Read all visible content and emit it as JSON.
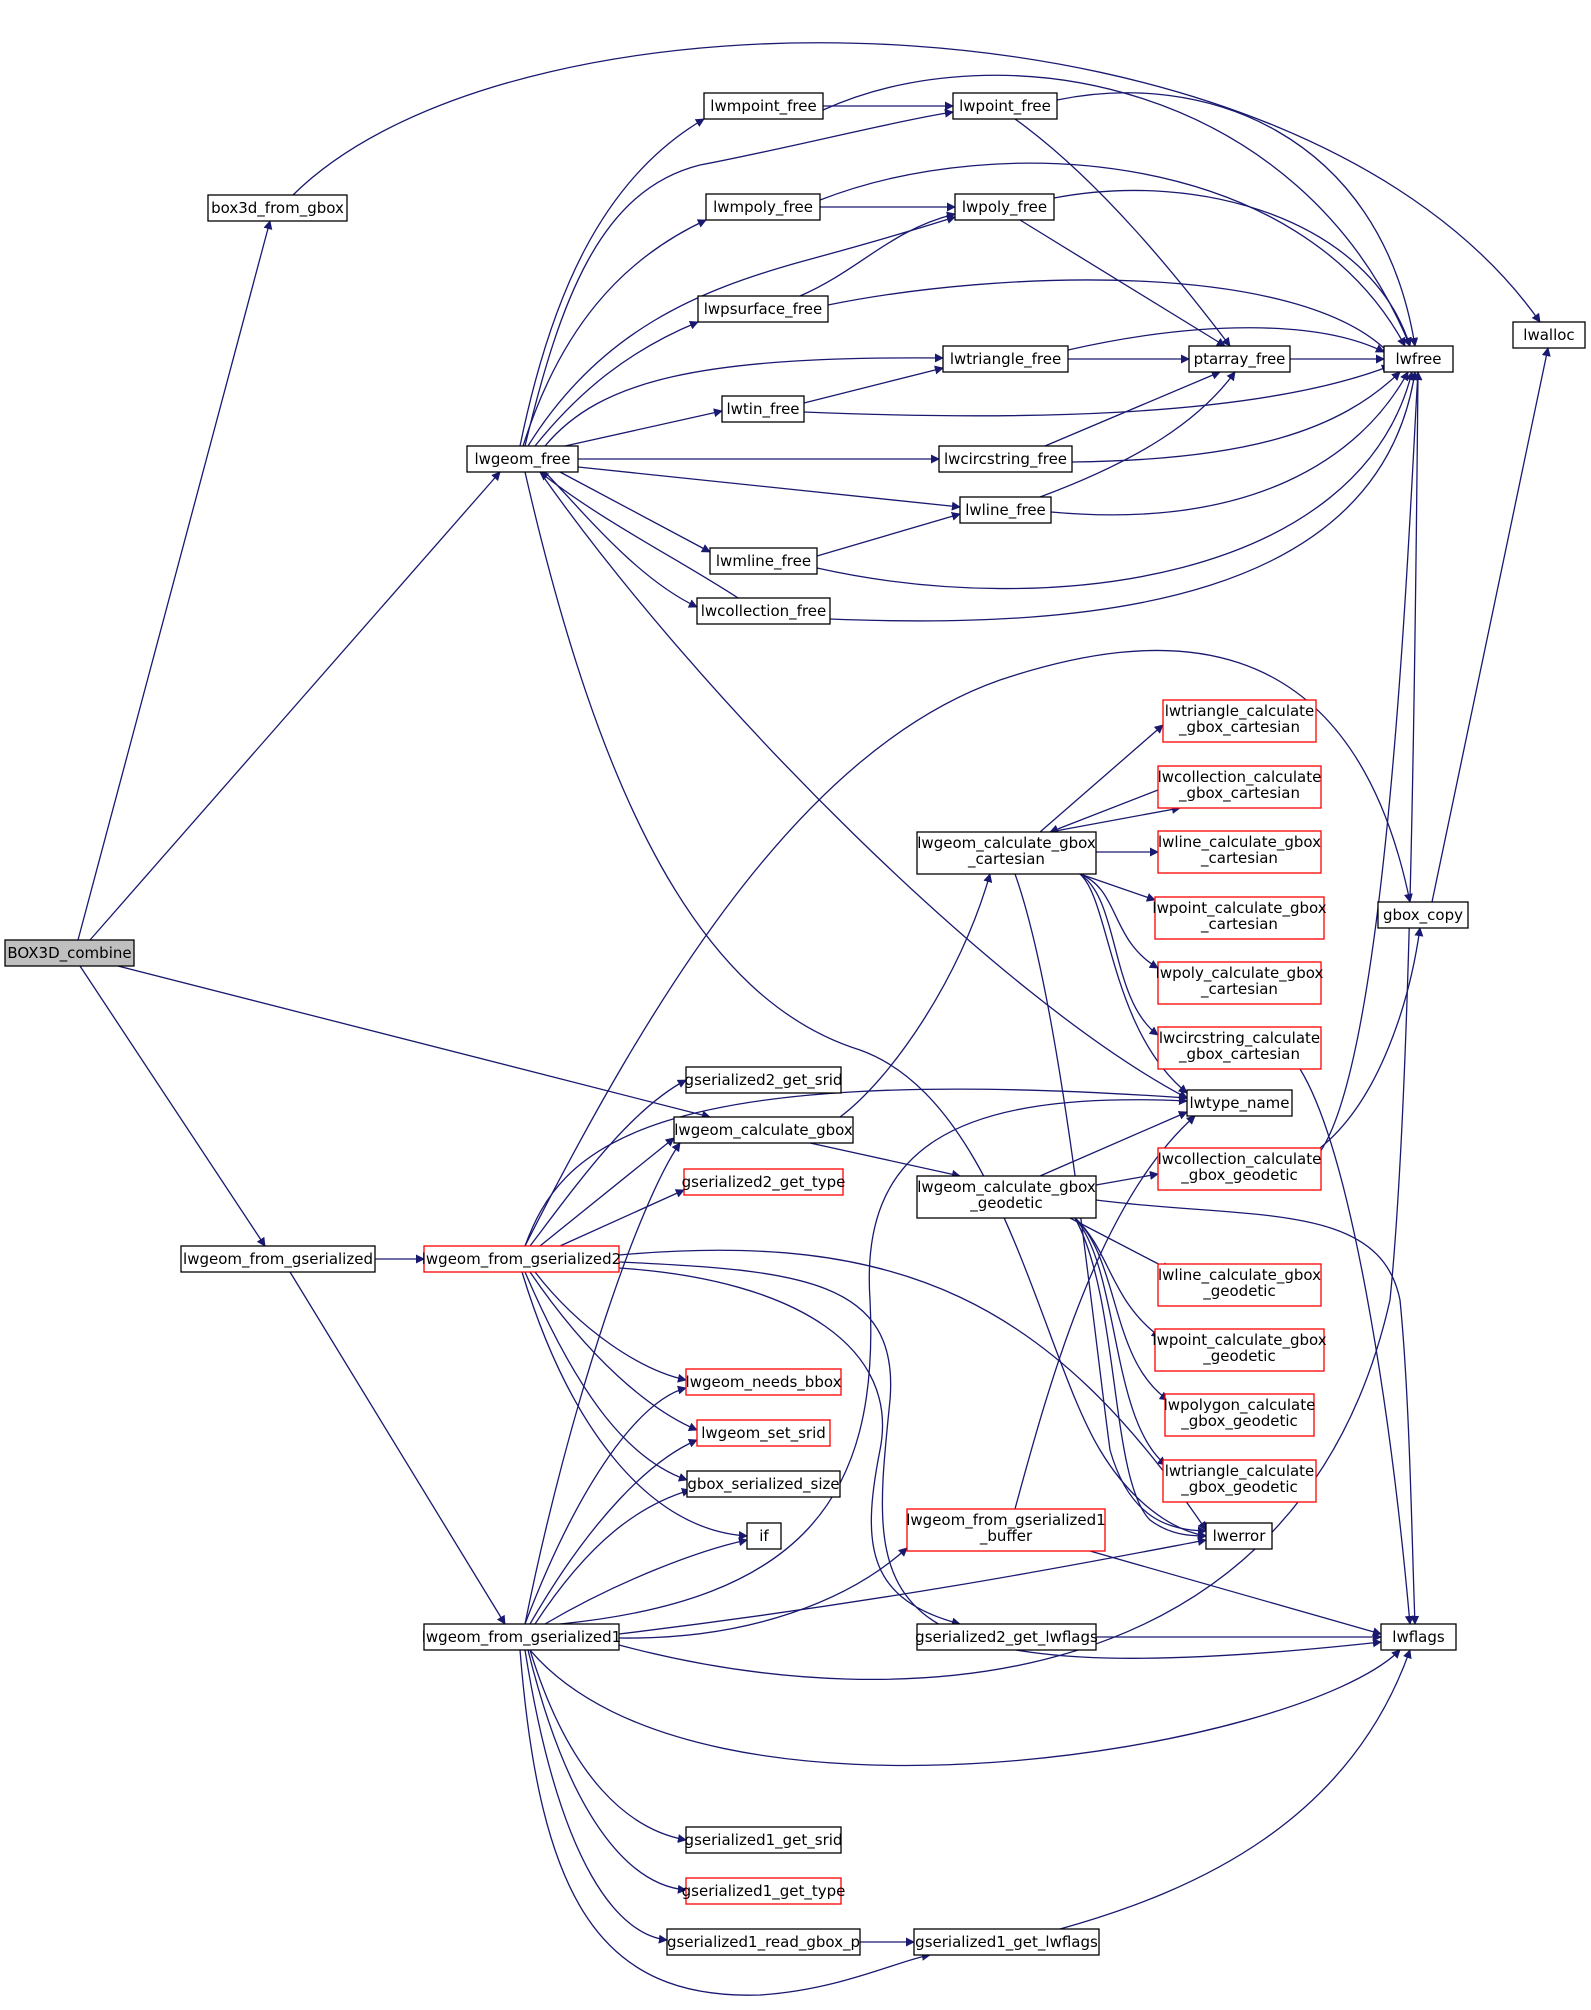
{
  "colors": {
    "edge": "#191970",
    "border": "#000000",
    "border_incomplete": "#ff0000",
    "root_fill": "#bfbfbf",
    "fill": "#ffffff"
  },
  "nodes": [
    {
      "id": "box3d_combine",
      "label": [
        "BOX3D_combine"
      ],
      "style": "root"
    },
    {
      "id": "box3d_from_gbox",
      "label": [
        "box3d_from_gbox"
      ],
      "style": "normal"
    },
    {
      "id": "lwgeom_free",
      "label": [
        "lwgeom_free"
      ],
      "style": "normal"
    },
    {
      "id": "lwgeom_from_gserialized",
      "label": [
        "lwgeom_from_gserialized"
      ],
      "style": "normal"
    },
    {
      "id": "lwgeom_calculate_gbox",
      "label": [
        "lwgeom_calculate_gbox"
      ],
      "style": "normal"
    },
    {
      "id": "lwalloc",
      "label": [
        "lwalloc"
      ],
      "style": "normal"
    },
    {
      "id": "gbox_copy",
      "label": [
        "gbox_copy"
      ],
      "style": "normal"
    },
    {
      "id": "lwfree",
      "label": [
        "lwfree"
      ],
      "style": "normal"
    },
    {
      "id": "lwmpoint_free",
      "label": [
        "lwmpoint_free"
      ],
      "style": "normal"
    },
    {
      "id": "lwpoint_free",
      "label": [
        "lwpoint_free"
      ],
      "style": "normal"
    },
    {
      "id": "lwmpoly_free",
      "label": [
        "lwmpoly_free"
      ],
      "style": "normal"
    },
    {
      "id": "lwpoly_free",
      "label": [
        "lwpoly_free"
      ],
      "style": "normal"
    },
    {
      "id": "lwpsurface_free",
      "label": [
        "lwpsurface_free"
      ],
      "style": "normal"
    },
    {
      "id": "lwtriangle_free",
      "label": [
        "lwtriangle_free"
      ],
      "style": "normal"
    },
    {
      "id": "ptarray_free",
      "label": [
        "ptarray_free"
      ],
      "style": "normal"
    },
    {
      "id": "lwtin_free",
      "label": [
        "lwtin_free"
      ],
      "style": "normal"
    },
    {
      "id": "lwcircstring_free",
      "label": [
        "lwcircstring_free"
      ],
      "style": "normal"
    },
    {
      "id": "lwline_free",
      "label": [
        "lwline_free"
      ],
      "style": "normal"
    },
    {
      "id": "lwmline_free",
      "label": [
        "lwmline_free"
      ],
      "style": "normal"
    },
    {
      "id": "lwcollection_free",
      "label": [
        "lwcollection_free"
      ],
      "style": "normal"
    },
    {
      "id": "lwtype_name",
      "label": [
        "lwtype_name"
      ],
      "style": "normal"
    },
    {
      "id": "lwerror",
      "label": [
        "lwerror"
      ],
      "style": "normal"
    },
    {
      "id": "lwflags",
      "label": [
        "lwflags"
      ],
      "style": "normal"
    },
    {
      "id": "lwgeom_calculate_gbox_cartesian",
      "label": [
        "lwgeom_calculate_gbox",
        "_cartesian"
      ],
      "style": "normal"
    },
    {
      "id": "lwtriangle_calculate_gbox_cartesian",
      "label": [
        "lwtriangle_calculate",
        "_gbox_cartesian"
      ],
      "style": "red"
    },
    {
      "id": "lwcollection_calculate_gbox_cartesian",
      "label": [
        "lwcollection_calculate",
        "_gbox_cartesian"
      ],
      "style": "red"
    },
    {
      "id": "lwline_calculate_gbox_cartesian",
      "label": [
        "lwline_calculate_gbox",
        "_cartesian"
      ],
      "style": "red"
    },
    {
      "id": "lwpoint_calculate_gbox_cartesian",
      "label": [
        "lwpoint_calculate_gbox",
        "_cartesian"
      ],
      "style": "red"
    },
    {
      "id": "lwpoly_calculate_gbox_cartesian",
      "label": [
        "lwpoly_calculate_gbox",
        "_cartesian"
      ],
      "style": "red"
    },
    {
      "id": "lwcircstring_calculate_gbox_cartesian",
      "label": [
        "lwcircstring_calculate",
        "_gbox_cartesian"
      ],
      "style": "red"
    },
    {
      "id": "gserialized2_get_srid",
      "label": [
        "gserialized2_get_srid"
      ],
      "style": "normal"
    },
    {
      "id": "gserialized2_get_type",
      "label": [
        "gserialized2_get_type"
      ],
      "style": "red"
    },
    {
      "id": "lwgeom_calculate_gbox_geodetic",
      "label": [
        "lwgeom_calculate_gbox",
        "_geodetic"
      ],
      "style": "normal"
    },
    {
      "id": "lwcollection_calculate_gbox_geodetic",
      "label": [
        "lwcollection_calculate",
        "_gbox_geodetic"
      ],
      "style": "red"
    },
    {
      "id": "lwgeom_from_gserialized2",
      "label": [
        "lwgeom_from_gserialized2"
      ],
      "style": "red"
    },
    {
      "id": "lwline_calculate_gbox_geodetic",
      "label": [
        "lwline_calculate_gbox",
        "_geodetic"
      ],
      "style": "red"
    },
    {
      "id": "lwpoint_calculate_gbox_geodetic",
      "label": [
        "lwpoint_calculate_gbox",
        "_geodetic"
      ],
      "style": "red"
    },
    {
      "id": "lwpolygon_calculate_gbox_geodetic",
      "label": [
        "lwpolygon_calculate",
        "_gbox_geodetic"
      ],
      "style": "red"
    },
    {
      "id": "lwtriangle_calculate_gbox_geodetic",
      "label": [
        "lwtriangle_calculate",
        "_gbox_geodetic"
      ],
      "style": "red"
    },
    {
      "id": "lwgeom_needs_bbox",
      "label": [
        "lwgeom_needs_bbox"
      ],
      "style": "red"
    },
    {
      "id": "lwgeom_set_srid",
      "label": [
        "lwgeom_set_srid"
      ],
      "style": "red"
    },
    {
      "id": "gbox_serialized_size",
      "label": [
        "gbox_serialized_size"
      ],
      "style": "normal"
    },
    {
      "id": "if",
      "label": [
        "if"
      ],
      "style": "normal"
    },
    {
      "id": "lwgeom_from_gserialized1_buffer",
      "label": [
        "lwgeom_from_gserialized1",
        "_buffer"
      ],
      "style": "red"
    },
    {
      "id": "lwgeom_from_gserialized1",
      "label": [
        "lwgeom_from_gserialized1"
      ],
      "style": "normal"
    },
    {
      "id": "gserialized2_get_lwflags",
      "label": [
        "gserialized2_get_lwflags"
      ],
      "style": "normal"
    },
    {
      "id": "gserialized1_get_srid",
      "label": [
        "gserialized1_get_srid"
      ],
      "style": "normal"
    },
    {
      "id": "gserialized1_get_type",
      "label": [
        "gserialized1_get_type"
      ],
      "style": "red"
    },
    {
      "id": "gserialized1_read_gbox_p",
      "label": [
        "gserialized1_read_gbox_p"
      ],
      "style": "normal"
    },
    {
      "id": "gserialized1_get_lwflags",
      "label": [
        "gserialized1_get_lwflags"
      ],
      "style": "normal"
    }
  ]
}
